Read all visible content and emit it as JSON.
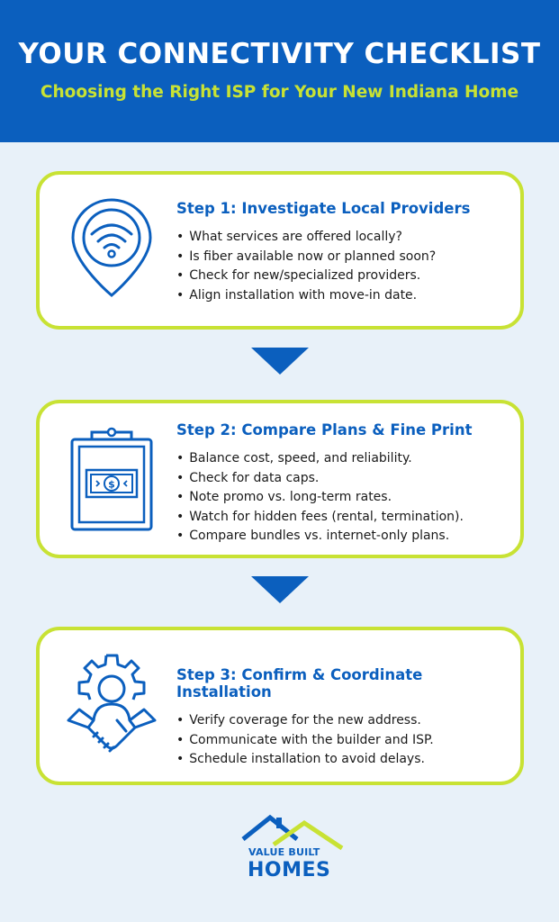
{
  "header": {
    "title": "YOUR CONNECTIVITY CHECKLIST",
    "subtitle": "Choosing the Right ISP for Your New Indiana Home"
  },
  "colors": {
    "brand_blue": "#0b5fbe",
    "accent_green": "#c8e234",
    "background": "#e8f1f9"
  },
  "steps": [
    {
      "title": "Step 1: Investigate Local Providers",
      "icon": "wifi-location-pin-icon",
      "items": [
        "What services are offered locally?",
        "Is fiber available now or planned soon?",
        "Check for new/specialized providers.",
        "Align installation with move-in date."
      ]
    },
    {
      "title": "Step 2: Compare Plans & Fine Print",
      "icon": "clipboard-money-icon",
      "items": [
        "Balance cost, speed, and reliability.",
        "Check for data caps.",
        "Note promo vs. long-term rates.",
        "Watch for hidden fees (rental, termination).",
        "Compare bundles vs. internet-only plans."
      ]
    },
    {
      "title": "Step 3: Confirm & Coordinate Installation",
      "icon": "gear-handshake-icon",
      "items": [
        "Verify coverage for the new address.",
        "Communicate with the builder and ISP.",
        "Schedule installation to avoid delays."
      ]
    }
  ],
  "logo": {
    "line1": "VALUE BUILT",
    "line2": "HOMES"
  }
}
